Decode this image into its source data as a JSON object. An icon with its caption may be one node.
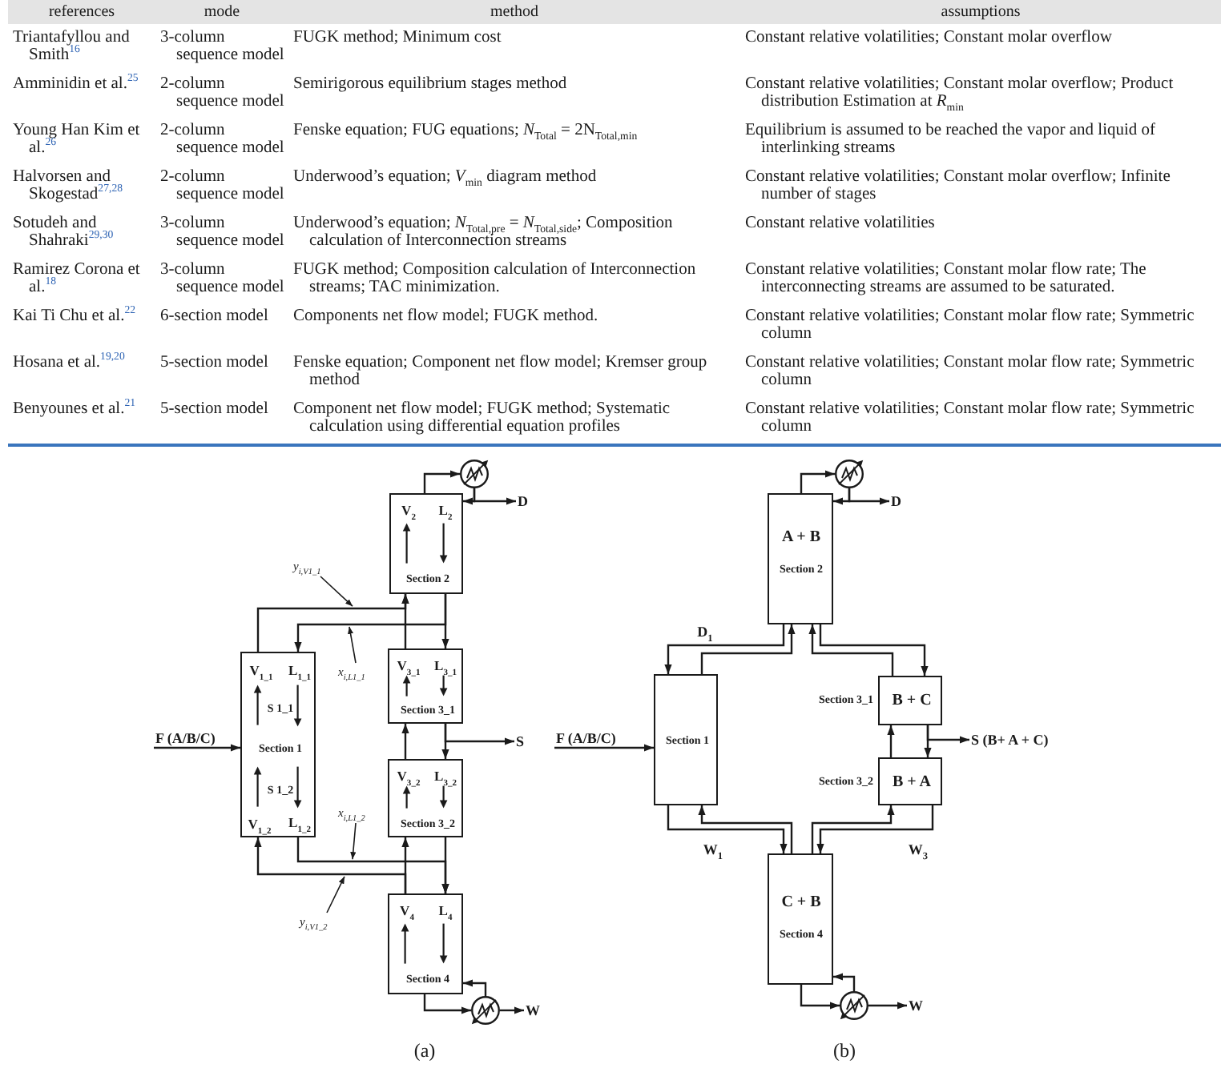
{
  "diagram": {
    "nodes": [
      {
        "text": [
          "V$_{2}$",
          "L$_{2}$",
          "Section 2"
        ]
      },
      {
        "text": [],
        "shape": "circle"
      },
      {
        "text": [
          "D"
        ]
      },
      {
        "text": [
          "y$_{i,V1_1}$"
        ]
      },
      {
        "text": [
          "x$_{i,L1_1}$"
        ]
      },
      {
        "text": [
          "V$_{1_1}$",
          "L$_{1_1}$",
          "S 1_1",
          "Section 1",
          "S 1_2",
          "V$_{1_2}$",
          "L$_{1_2}$"
        ]
      },
      {
        "text": [
          "V$_{3_1}$",
          "L$_{3_1}$",
          "Section 3_1"
        ]
      },
      {
        "text": [
          "F (A/B/C)"
        ]
      },
      {
        "text": [
          "S"
        ]
      },
      {
        "text": [
          "V$_{3_2}$",
          "L$_{3_2}$",
          "Section 3_2"
        ]
      },
      {
        "text": [
          "x$_{i,L1_2}$"
        ]
      },
      {
        "text": [
          "y$_{i,V1_2}$"
        ]
      },
      {
        "text": [
          "V$_{4}$",
          "L$_{4}$",
          "Section 4"
        ]
      },
      {
        "text": [],
        "shape": "circle"
      },
      {
        "text": [
          "W"
        ]
      },
      {
        "text": [
          "A + B",
          "Section 2"
        ]
      },
      {
        "text": [],
        "shape": "circle"
      },
      {
        "text": [
          "D"
        ]
      },
      {
        "text": [
          "Section 1"
        ]
      },
      {
        "text": [
          "B + C"
        ],
        "beside": [
          "Section 3_1"
        ]
      },
      {
        "text": [
          "F (A/B/C)"
        ]
      },
      {
        "text": [
          "S (B+ A + C)"
        ]
      },
      {
        "text": [
          "B + A"
        ],
        "beside": [
          "Section 3_2"
        ]
      },
      {
        "text": [
          "C + B",
          "Section 4"
        ]
      },
      {
        "text": [],
        "shape": "circle"
      },
      {
        "text": [
          "W"
        ]
      }
    ],
    "edges": [
      {
        "from": 0,
        "to": 1,
        "arrow": "to"
      },
      {
        "from": 1,
        "to": 0,
        "arrow": "to"
      },
      {
        "from": 1,
        "to": 2,
        "arrow": "to"
      },
      {
        "from": 6,
        "to": 0,
        "arrow": "to"
      },
      {
        "from": 0,
        "to": 6,
        "arrow": "to"
      },
      {
        "from": 5,
        "to": 0,
        "arrow": "to"
      },
      {
        "from": 0,
        "to": 5,
        "arrow": "to"
      },
      {
        "from": 3,
        "to": null,
        "arrow": "to"
      },
      {
        "from": 4,
        "to": null,
        "arrow": "to"
      },
      {
        "from": 7,
        "to": 5,
        "arrow": "to"
      },
      {
        "from": 9,
        "to": 6,
        "arrow": "to"
      },
      {
        "from": 6,
        "to": 9,
        "arrow": "to"
      },
      {
        "from": 6,
        "to": 8,
        "arrow": "to"
      },
      {
        "from": 12,
        "to": 9,
        "arrow": "to"
      },
      {
        "from": 9,
        "to": 12,
        "arrow": "to"
      },
      {
        "from": 5,
        "to": 12,
        "arrow": "to"
      },
      {
        "from": 12,
        "to": 5,
        "arrow": "to"
      },
      {
        "from": 10,
        "to": null,
        "arrow": "to"
      },
      {
        "from": 11,
        "to": null,
        "arrow": "to"
      },
      {
        "from": 12,
        "to": 13,
        "arrow": "to"
      },
      {
        "from": 13,
        "to": 12,
        "arrow": "to"
      },
      {
        "from": 13,
        "to": 14,
        "arrow": "to"
      },
      {
        "from": 15,
        "to": 16,
        "arrow": "to"
      },
      {
        "from": 16,
        "to": 15,
        "arrow": "to"
      },
      {
        "from": 16,
        "to": 17,
        "arrow": "to"
      },
      {
        "from": 15,
        "to": 18,
        "arrow": "to",
        "label": "D$_{1}$"
      },
      {
        "from": 18,
        "to": 15,
        "arrow": "to"
      },
      {
        "from": 15,
        "to": 19,
        "arrow": "to"
      },
      {
        "from": 19,
        "to": 15,
        "arrow": "to"
      },
      {
        "from": 20,
        "to": 18,
        "arrow": "to"
      },
      {
        "from": 22,
        "to": 19,
        "arrow": "to"
      },
      {
        "from": 19,
        "to": 22,
        "arrow": "to"
      },
      {
        "from": 19,
        "to": 21,
        "arrow": "to"
      },
      {
        "from": 18,
        "to": 23,
        "arrow": "to",
        "label": "W$_{1}$"
      },
      {
        "from": 23,
        "to": 18,
        "arrow": "to"
      },
      {
        "from": 22,
        "to": 23,
        "arrow": "to",
        "label": "W$_{3}$"
      },
      {
        "from": 23,
        "to": 22,
        "arrow": "to"
      },
      {
        "from": 23,
        "to": 24,
        "arrow": "to"
      },
      {
        "from": 24,
        "to": 23,
        "arrow": "to"
      },
      {
        "from": 24,
        "to": 25,
        "arrow": "to"
      }
    ],
    "labels": [
      "references",
      "mode",
      "method",
      "assumptions",
      "Triantafyllou and Smith$^{16}$",
      "3-column sequence model",
      "FUGK method; Minimum cost",
      "Constant relative volatilities; Constant molar overflow",
      "Amminidin et al.$^{25}$",
      "2-column sequence model",
      "Semirigorous equilibrium stages method",
      "Constant relative volatilities; Constant molar overflow; Product distribution Estimation at *R*$_{min}$",
      "Young Han Kim et al.$^{26}$",
      "2-column sequence model",
      "Fenske equation; FUG equations; *N*$_{Total}$ = 2N$_{Total,min}$",
      "Equilibrium is assumed to be reached the vapor and liquid of interlinking streams",
      "Halvorsen and Skogestad$^{27,28}$",
      "2-column sequence model",
      "Underwood’s equation; *V*$_{min}$ diagram method",
      "Constant relative volatilities; Constant molar overflow; Infinite number of stages",
      "Sotudeh and Shahraki$^{29,30}$",
      "3-column sequence model",
      "Underwood’s equation; *N*$_{Total,pre}$ = *N*$_{Total,side}$; Composition calculation of Interconnection streams",
      "Constant relative volatilities",
      "Ramirez Corona et al.$^{18}$",
      "3-column sequence model",
      "FUGK method; Composition calculation of Interconnection streams; TAC minimization.",
      "Constant relative volatilities; Constant molar flow rate; The interconnecting streams are assumed to be saturated.",
      "Kai Ti Chu et al.$^{22}$",
      "6-section model",
      "Components net flow model; FUGK method.",
      "Constant relative volatilities; Constant molar flow rate; Symmetric column",
      "Hosana et al.$^{19,20}$",
      "5-section model",
      "Fenske equation; Component net flow model; Kremser group method",
      "Constant relative volatilities; Constant molar flow rate; Symmetric column",
      "Benyounes et al.$^{21}$",
      "5-section model",
      "Component net flow model; FUGK method; Systematic calculation using differential equation profiles",
      "Constant relative volatilities; Constant molar flow rate; Symmetric column",
      "(a)",
      "(b)"
    ]
  }
}
